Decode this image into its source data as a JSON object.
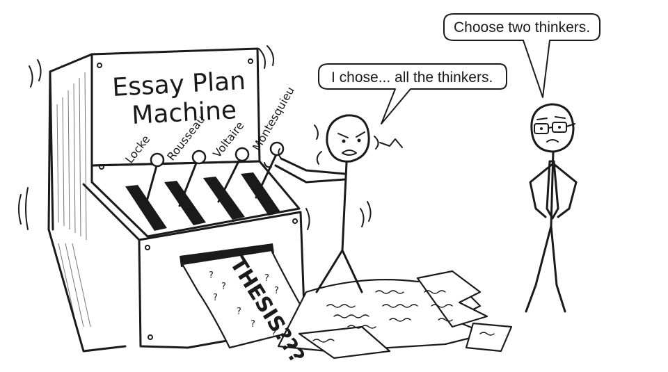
{
  "machine": {
    "title_line1": "Essay Plan",
    "title_line2": "Machine",
    "levers": [
      {
        "label": "Locke"
      },
      {
        "label": "Rousseau"
      },
      {
        "label": "Voltaire"
      },
      {
        "label": "Montesquieu"
      }
    ],
    "output_text": "THESIS???",
    "question_mark": "?"
  },
  "speech": {
    "student": "I chose... all the thinkers.",
    "teacher": "Choose two thinkers."
  },
  "colors": {
    "ink": "#1a1a1a",
    "background": "#ffffff"
  }
}
